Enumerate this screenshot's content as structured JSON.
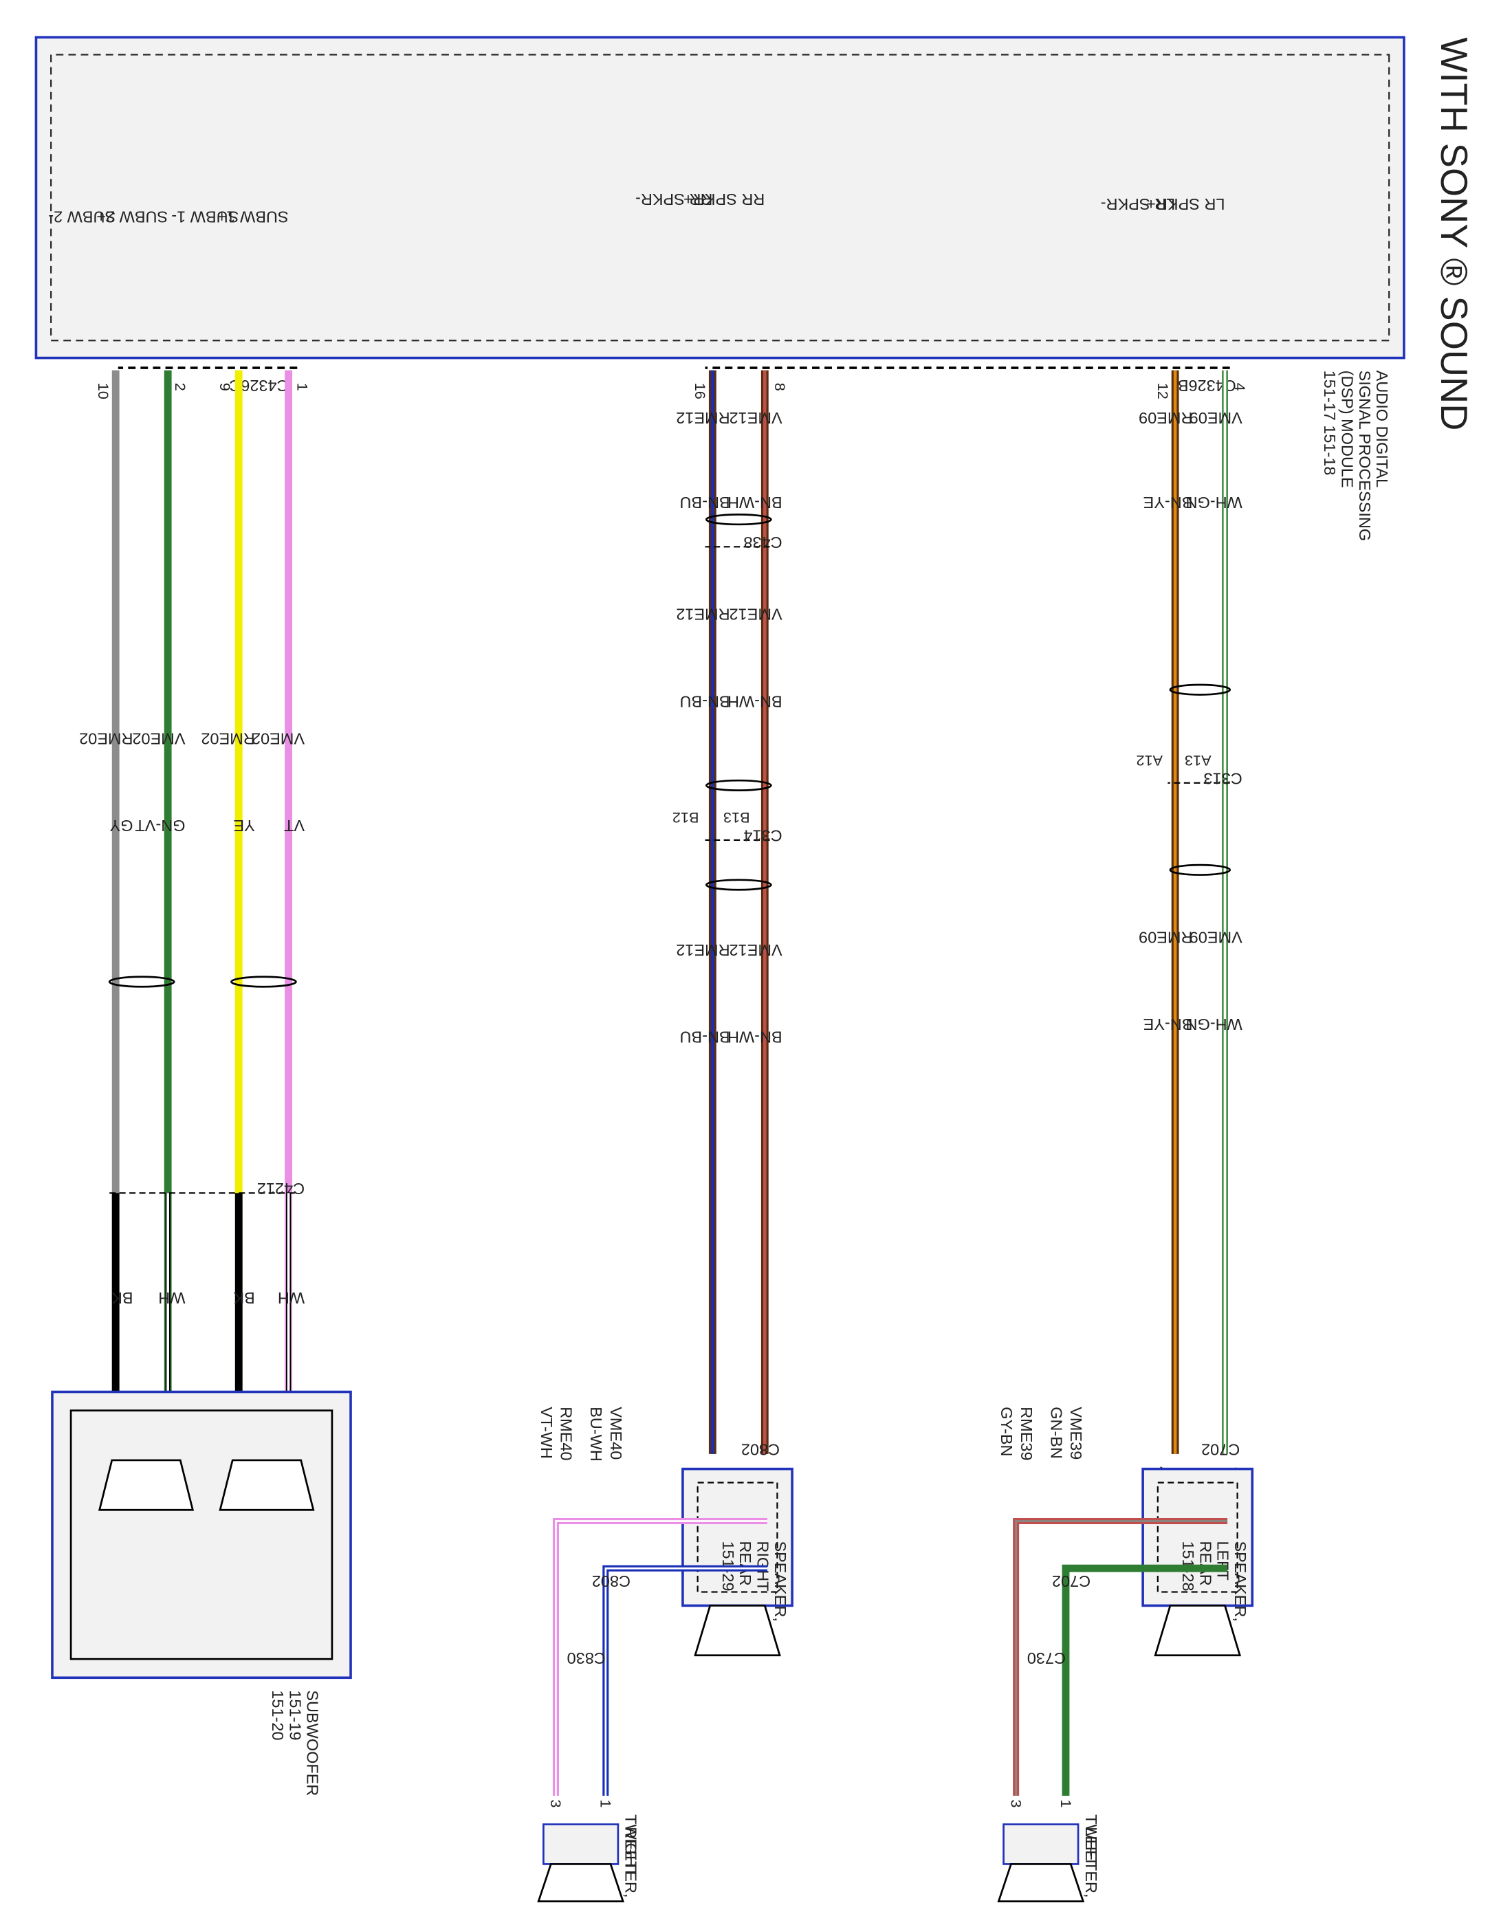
{
  "title": "WITH SONY ® SOUND",
  "module": {
    "lines": [
      "AUDIO DIGITAL",
      "SIGNAL PROCESSING",
      "(DSP) MODULE",
      "151-17   151-18"
    ],
    "pins": [
      "SUBW 2-",
      "SUBW 2+",
      "SUBW 1-",
      "SUBW 1+",
      "RR SPKR-",
      "RR SPKR+",
      "LR SPKR-",
      "LR SPKR+"
    ]
  },
  "connectors": {
    "c4326c": "C4326C",
    "c4326b": "C4326B",
    "c4212": "C4212",
    "c438": "C438",
    "c314": "C314",
    "c313": "C313",
    "c802": "C802",
    "c702": "C702",
    "c830": "C830",
    "c730": "C730"
  },
  "pins": {
    "p10": "10",
    "p2": "2",
    "p9": "9",
    "p1": "1",
    "p16": "16",
    "p8": "8",
    "p12": "12",
    "p4": "4",
    "p3": "3",
    "a12": "A12",
    "a13": "A13",
    "b12": "B12",
    "b13": "B13"
  },
  "circuits": {
    "rme02": "RME02",
    "vme02": "VME02",
    "rme12": "RME12",
    "vme12": "VME12",
    "rme09": "RME09",
    "vme09": "VME09",
    "rme40": "RME40",
    "vme40": "VME40",
    "rme39": "RME39",
    "vme39": "VME39"
  },
  "wire_colors": {
    "gy": "GY",
    "gn_vt": "GN-VT",
    "ye": "YE",
    "vt": "VT",
    "bk": "BK",
    "wh": "WH",
    "bn_bu": "BN-BU",
    "bn_wh": "BN-WH",
    "bn_ye": "BN-YE",
    "wh_gn": "WH-GN",
    "vt_wh": "VT-WH",
    "bu_wh": "BU-WH",
    "gy_bn": "GY-BN",
    "gn_bn": "GN-BN"
  },
  "components": {
    "subwoofer": [
      "SUBWOOFER",
      "151-19",
      "151-20"
    ],
    "speaker_rr": [
      "SPEAKER,",
      "RIGHT",
      "REAR",
      "151-29"
    ],
    "speaker_lr": [
      "SPEAKER,",
      "LEFT",
      "REAR",
      "151-28"
    ],
    "tweeter_rr": [
      "TWEETER,",
      "RIGHT",
      "REAR",
      "151-29"
    ],
    "tweeter_lr": [
      "TWEETER,",
      "LEFT",
      "REAR",
      "151-28"
    ]
  },
  "colors": {
    "gray": "#8c8c8c",
    "green": "#2e7d32",
    "yellow": "#f2ee00",
    "violet": "#ea8ee6",
    "brown": "#8a4a1e",
    "blue": "#1a2fb8",
    "orange": "#e08a10",
    "white_green": "#8fbf8f",
    "red_brown": "#c0504d",
    "black": "#000000",
    "frame_blue": "#2233bb"
  }
}
